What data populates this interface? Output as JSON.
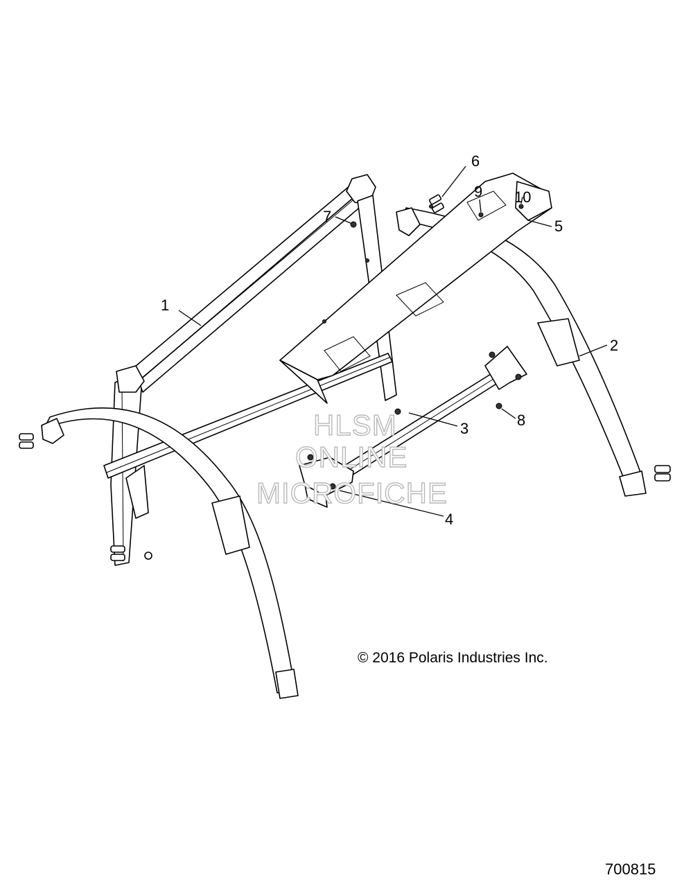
{
  "diagram": {
    "callouts": [
      {
        "id": "1",
        "label": "1"
      },
      {
        "id": "2",
        "label": "2"
      },
      {
        "id": "3",
        "label": "3"
      },
      {
        "id": "4",
        "label": "4"
      },
      {
        "id": "5",
        "label": "5"
      },
      {
        "id": "6",
        "label": "6"
      },
      {
        "id": "7",
        "label": "7"
      },
      {
        "id": "8",
        "label": "8"
      },
      {
        "id": "9",
        "label": "9"
      },
      {
        "id": "10",
        "label": "10"
      }
    ],
    "watermark": [
      "HLSM",
      "ONLINE",
      "MICROFICHE"
    ],
    "copyright": "© 2016 Polaris Industries Inc.",
    "figure_number": "700815"
  }
}
